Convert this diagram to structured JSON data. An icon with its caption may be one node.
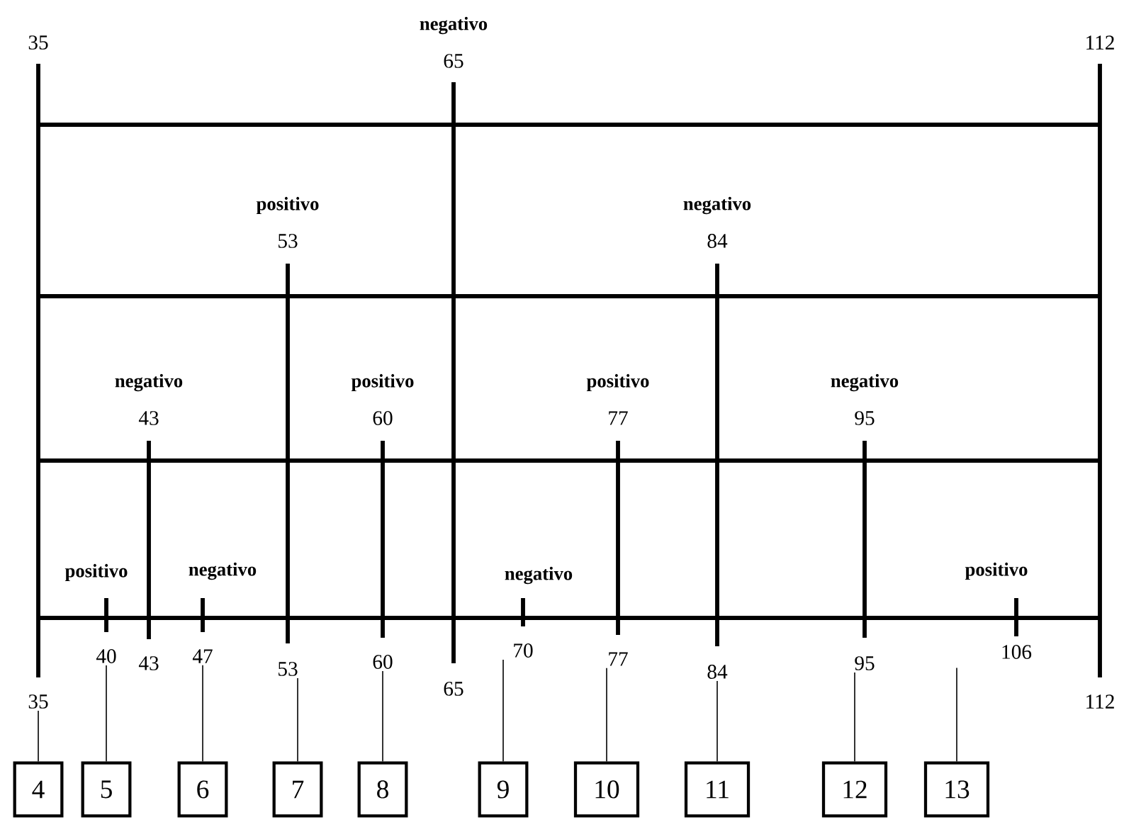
{
  "diagram": {
    "nodes": [
      {
        "text": [
          "4"
        ]
      },
      {
        "text": [
          "5"
        ]
      },
      {
        "text": [
          "6"
        ]
      },
      {
        "text": [
          "7"
        ]
      },
      {
        "text": [
          "8"
        ]
      },
      {
        "text": [
          "9"
        ]
      },
      {
        "text": [
          "10"
        ]
      },
      {
        "text": [
          "11"
        ]
      },
      {
        "text": [
          "12"
        ]
      },
      {
        "text": [
          "13"
        ]
      },
      {
        "text": [
          "35"
        ]
      },
      {
        "text": [
          "40"
        ]
      },
      {
        "text": [
          "47"
        ]
      },
      {
        "text": [
          "53"
        ]
      },
      {
        "text": [
          "60"
        ]
      },
      {
        "text": [
          "70"
        ]
      },
      {
        "text": [
          "77"
        ]
      },
      {
        "text": [
          "84"
        ]
      },
      {
        "text": [
          "95"
        ]
      }
    ],
    "edges": [
      {
        "from": 0,
        "to": 10,
        "arrow": "none"
      },
      {
        "from": 1,
        "to": 11,
        "arrow": "none"
      },
      {
        "from": 2,
        "to": 12,
        "arrow": "none"
      },
      {
        "from": 3,
        "to": 13,
        "arrow": "none"
      },
      {
        "from": 4,
        "to": 14,
        "arrow": "none"
      },
      {
        "from": 5,
        "to": 15,
        "arrow": "none"
      },
      {
        "from": 6,
        "to": 16,
        "arrow": "none"
      },
      {
        "from": 7,
        "to": 17,
        "arrow": "none"
      },
      {
        "from": 8,
        "to": 18,
        "arrow": "none"
      },
      {
        "from": 9,
        "to": null,
        "arrow": "none"
      }
    ],
    "labels": [
      "35",
      "negativo",
      "65",
      "112",
      "positivo",
      "negativo",
      "53",
      "84",
      "negativo",
      "positivo",
      "positivo",
      "negativo",
      "43",
      "60",
      "77",
      "95",
      "positivo",
      "negativo",
      "negativo",
      "positivo",
      "43",
      "65",
      "106",
      "112"
    ]
  }
}
